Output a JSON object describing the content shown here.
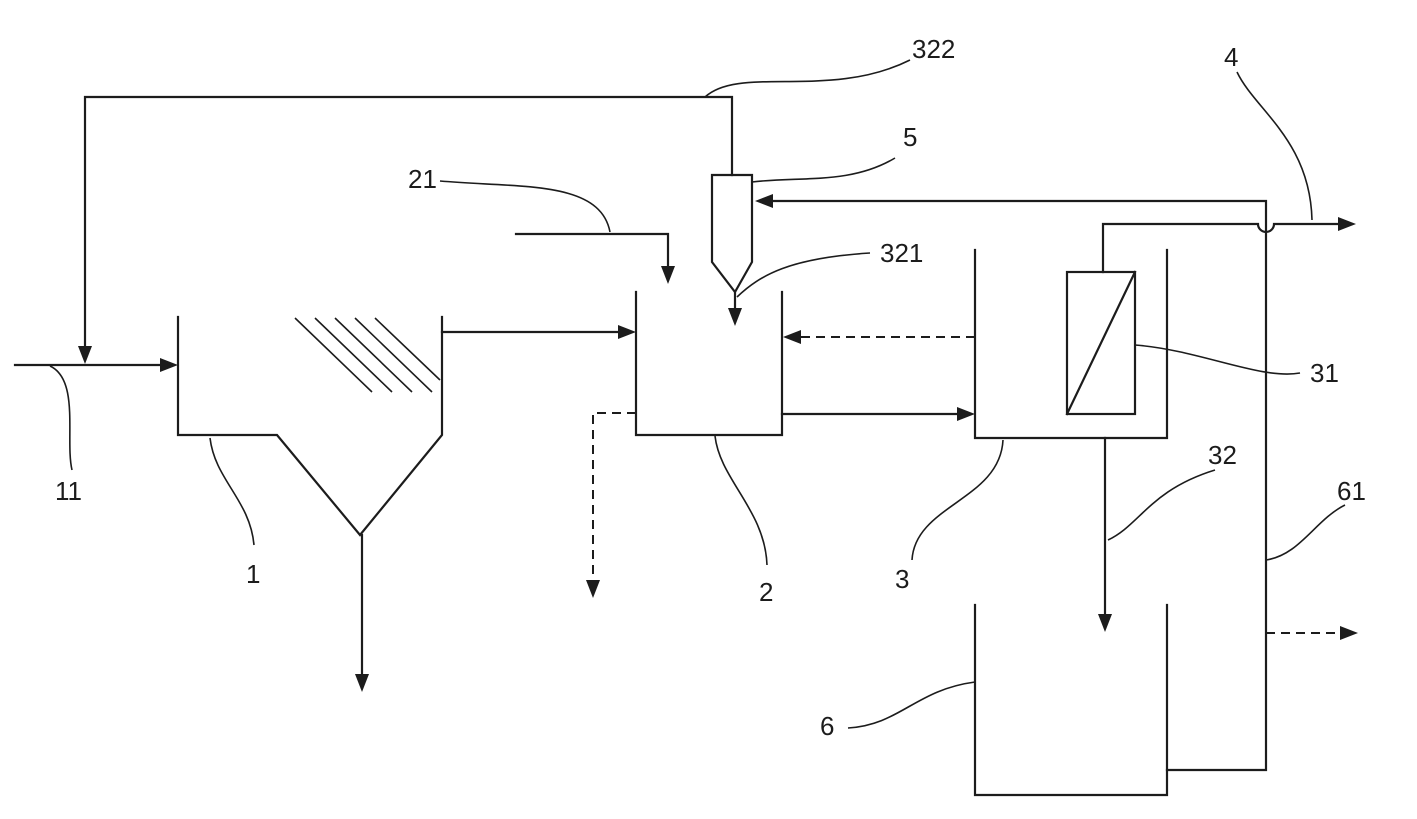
{
  "labels": {
    "n11": "11",
    "n1": "1",
    "n2": "2",
    "n21": "21",
    "n3": "3",
    "n31": "31",
    "n32": "32",
    "n321": "321",
    "n322": "322",
    "n4": "4",
    "n5": "5",
    "n6": "6",
    "n61": "61"
  },
  "colors": {
    "line": "#1c1c1c",
    "background": "#ffffff"
  }
}
